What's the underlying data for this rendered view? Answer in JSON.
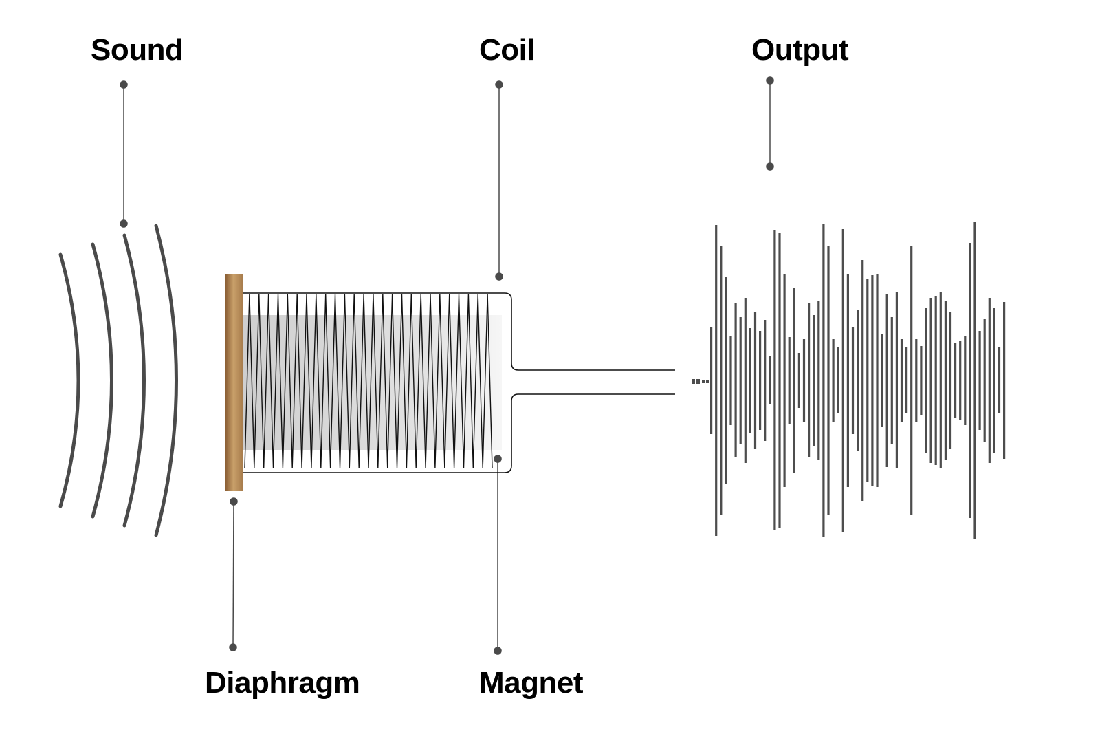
{
  "labels": {
    "sound": "Sound",
    "coil": "Coil",
    "output": "Output",
    "diaphragm": "Diaphragm",
    "magnet": "Magnet"
  },
  "colors": {
    "line": "#4a4a4a",
    "wave": "#4d4d4d",
    "diaphragm_light": "#c9a06a",
    "diaphragm_dark": "#8a5e34",
    "magnet_core": "#d8d8d8",
    "coil_wire": "#111111"
  }
}
